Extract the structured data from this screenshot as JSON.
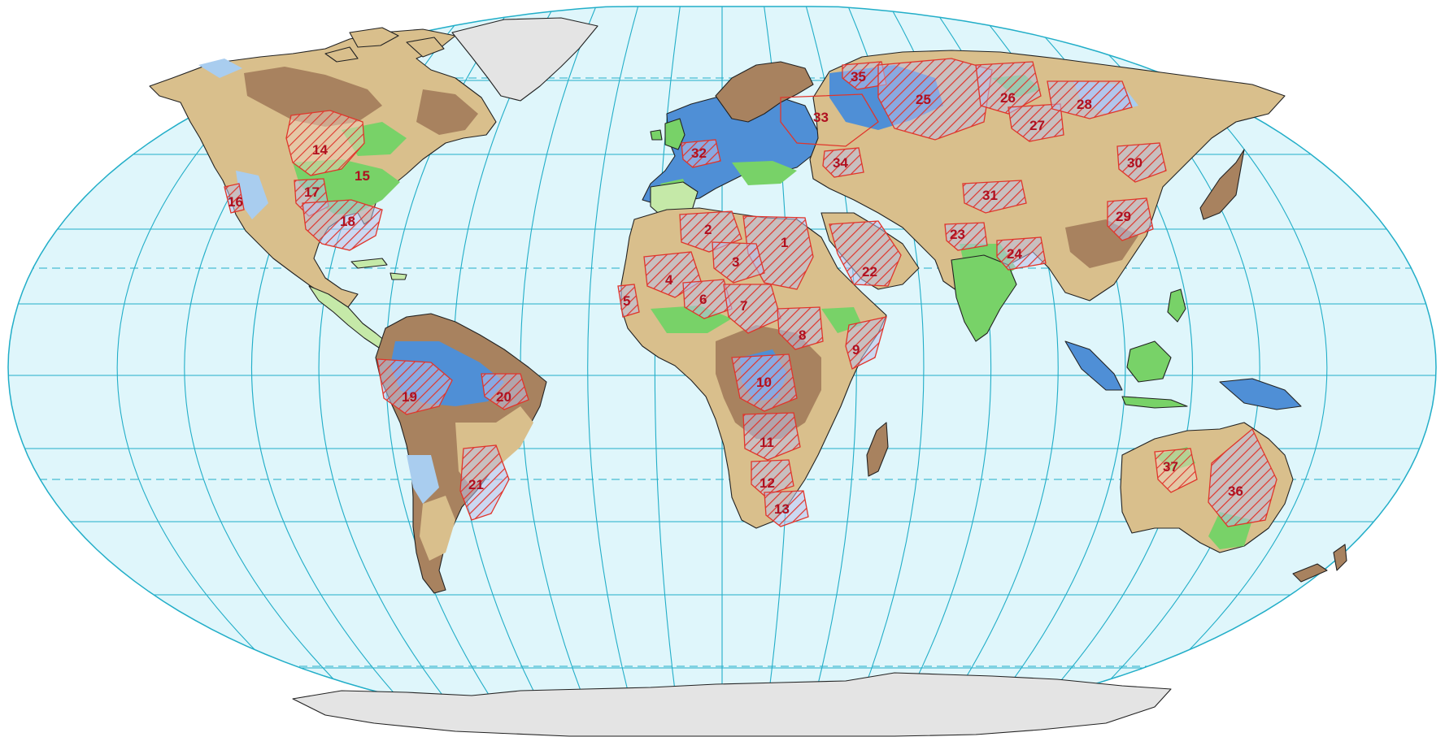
{
  "map": {
    "projection": "robinson",
    "colors": {
      "ocean": "#dff6fb",
      "graticule": "#22aec8",
      "land_tan": "#d9bf8c",
      "land_brown": "#a8825f",
      "land_green": "#78d268",
      "land_lightgreen": "#c5e9a8",
      "land_blue": "#4f8fd6",
      "land_lightblue": "#a9cdef",
      "ice": "#e4e4e4",
      "hatch": "#e0352b",
      "label": "#b01020"
    },
    "aquifers": [
      {
        "id": "1",
        "label": "1"
      },
      {
        "id": "2",
        "label": "2"
      },
      {
        "id": "3",
        "label": "3"
      },
      {
        "id": "4",
        "label": "4"
      },
      {
        "id": "5",
        "label": "5"
      },
      {
        "id": "6",
        "label": "6"
      },
      {
        "id": "7",
        "label": "7"
      },
      {
        "id": "8",
        "label": "8"
      },
      {
        "id": "9",
        "label": "9"
      },
      {
        "id": "10",
        "label": "10"
      },
      {
        "id": "11",
        "label": "11"
      },
      {
        "id": "12",
        "label": "12"
      },
      {
        "id": "13",
        "label": "13"
      },
      {
        "id": "14",
        "label": "14"
      },
      {
        "id": "15",
        "label": "15"
      },
      {
        "id": "16",
        "label": "16"
      },
      {
        "id": "17",
        "label": "17"
      },
      {
        "id": "18",
        "label": "18"
      },
      {
        "id": "19",
        "label": "19"
      },
      {
        "id": "20",
        "label": "20"
      },
      {
        "id": "21",
        "label": "21"
      },
      {
        "id": "22",
        "label": "22"
      },
      {
        "id": "23",
        "label": "23"
      },
      {
        "id": "24",
        "label": "24"
      },
      {
        "id": "25",
        "label": "25"
      },
      {
        "id": "26",
        "label": "26"
      },
      {
        "id": "27",
        "label": "27"
      },
      {
        "id": "28",
        "label": "28"
      },
      {
        "id": "29",
        "label": "29"
      },
      {
        "id": "30",
        "label": "30"
      },
      {
        "id": "31",
        "label": "31"
      },
      {
        "id": "32",
        "label": "32"
      },
      {
        "id": "33",
        "label": "33"
      },
      {
        "id": "34",
        "label": "34"
      },
      {
        "id": "35",
        "label": "35"
      },
      {
        "id": "36",
        "label": "36"
      },
      {
        "id": "37",
        "label": "37"
      }
    ]
  }
}
